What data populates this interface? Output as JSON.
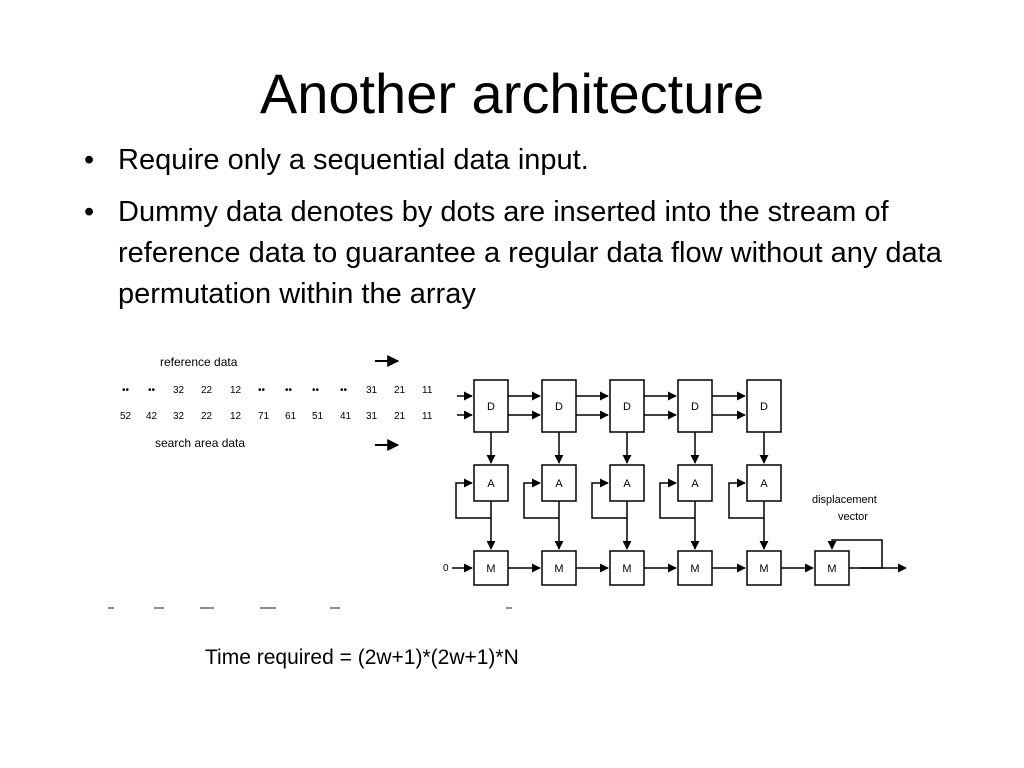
{
  "slide": {
    "title": "Another architecture",
    "bullets": [
      {
        "symbol": "•",
        "text": "Require only a sequential data input."
      },
      {
        "symbol": "•",
        "text": "Dummy data denotes by dots are inserted into the stream of reference data to guarantee a regular data flow without any data permutation within the array"
      }
    ],
    "caption": "Time required = (2w+1)*(2w+1)*N"
  },
  "diagram": {
    "reference_label": "reference data",
    "search_label": "search area data",
    "reference_row": [
      "••",
      "••",
      "32",
      "22",
      "12",
      "••",
      "••",
      "••",
      "••",
      "31",
      "21",
      "11"
    ],
    "search_row": [
      "52",
      "42",
      "32",
      "22",
      "12",
      "71",
      "61",
      "51",
      "41",
      "31",
      "21",
      "11"
    ],
    "d_cells": [
      "D",
      "D",
      "D",
      "D",
      "D"
    ],
    "a_cells": [
      "A",
      "A",
      "A",
      "A",
      "A"
    ],
    "m_cells": [
      "M",
      "M",
      "M",
      "M",
      "M",
      "M"
    ],
    "zero_input": "0",
    "output_label_line1": "displacement",
    "output_label_line2": "vector"
  }
}
